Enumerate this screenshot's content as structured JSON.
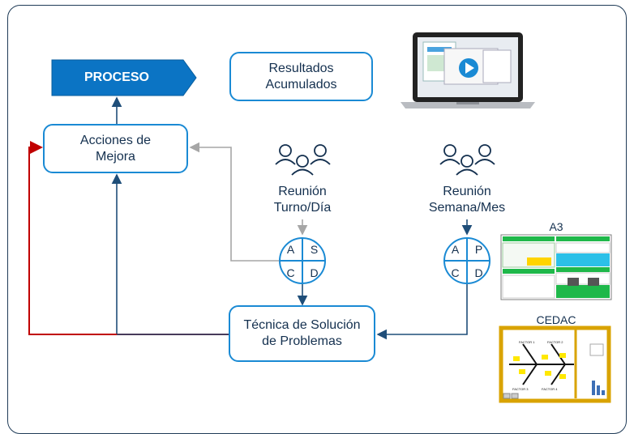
{
  "proceso": "PROCESO",
  "resultados": {
    "line1": "Resultados",
    "line2": "Acumulados"
  },
  "acciones": {
    "line1": "Acciones de",
    "line2": "Mejora"
  },
  "reunion_dia": {
    "line1": "Reunión",
    "line2": "Turno/Día"
  },
  "reunion_semana": {
    "line1": "Reunión",
    "line2": "Semana/Mes"
  },
  "tecnica": {
    "line1": "Técnica de Solución",
    "line2": "de Problemas"
  },
  "pdca_left": {
    "tl": "A",
    "tr": "S",
    "bl": "C",
    "br": "D"
  },
  "pdca_right": {
    "tl": "A",
    "tr": "P",
    "bl": "C",
    "br": "D"
  },
  "a3_label": "A3",
  "cedac_label": "CEDAC",
  "cedac_factors": [
    "FACTOR 1",
    "FACTOR 2",
    "FACTOR 3",
    "FACTOR 4"
  ],
  "colors": {
    "accent": "#1a8ad4",
    "dark": "#14304f",
    "proceso": "#0b74c4",
    "red": "#c00000",
    "gray": "#a6a6a6",
    "navy": "#1f4e79"
  },
  "icons": [
    "people-group-icon",
    "laptop-video-icon"
  ]
}
